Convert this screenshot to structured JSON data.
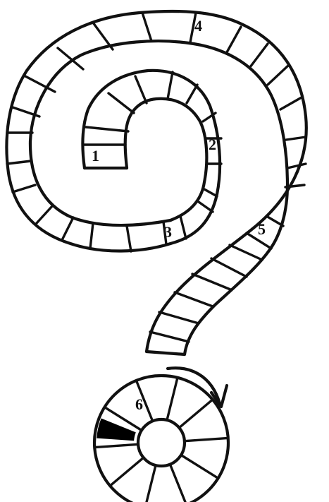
{
  "diagram": {
    "kind": "question-mark track puzzle",
    "colors": {
      "ink": "#111111",
      "paper": "#ffffff",
      "filled_cell": "#000000"
    },
    "track_labels": [
      {
        "id": "label-1",
        "text": "1"
      },
      {
        "id": "label-2",
        "text": "2"
      },
      {
        "id": "label-3",
        "text": "3"
      },
      {
        "id": "label-4",
        "text": "4"
      },
      {
        "id": "label-5",
        "text": "5"
      },
      {
        "id": "label-6",
        "text": "6"
      }
    ],
    "ring": {
      "cell_count": 10,
      "filled_cell_index": 0
    },
    "icons": {
      "direction_arrow": "curved-arrow-icon"
    }
  }
}
